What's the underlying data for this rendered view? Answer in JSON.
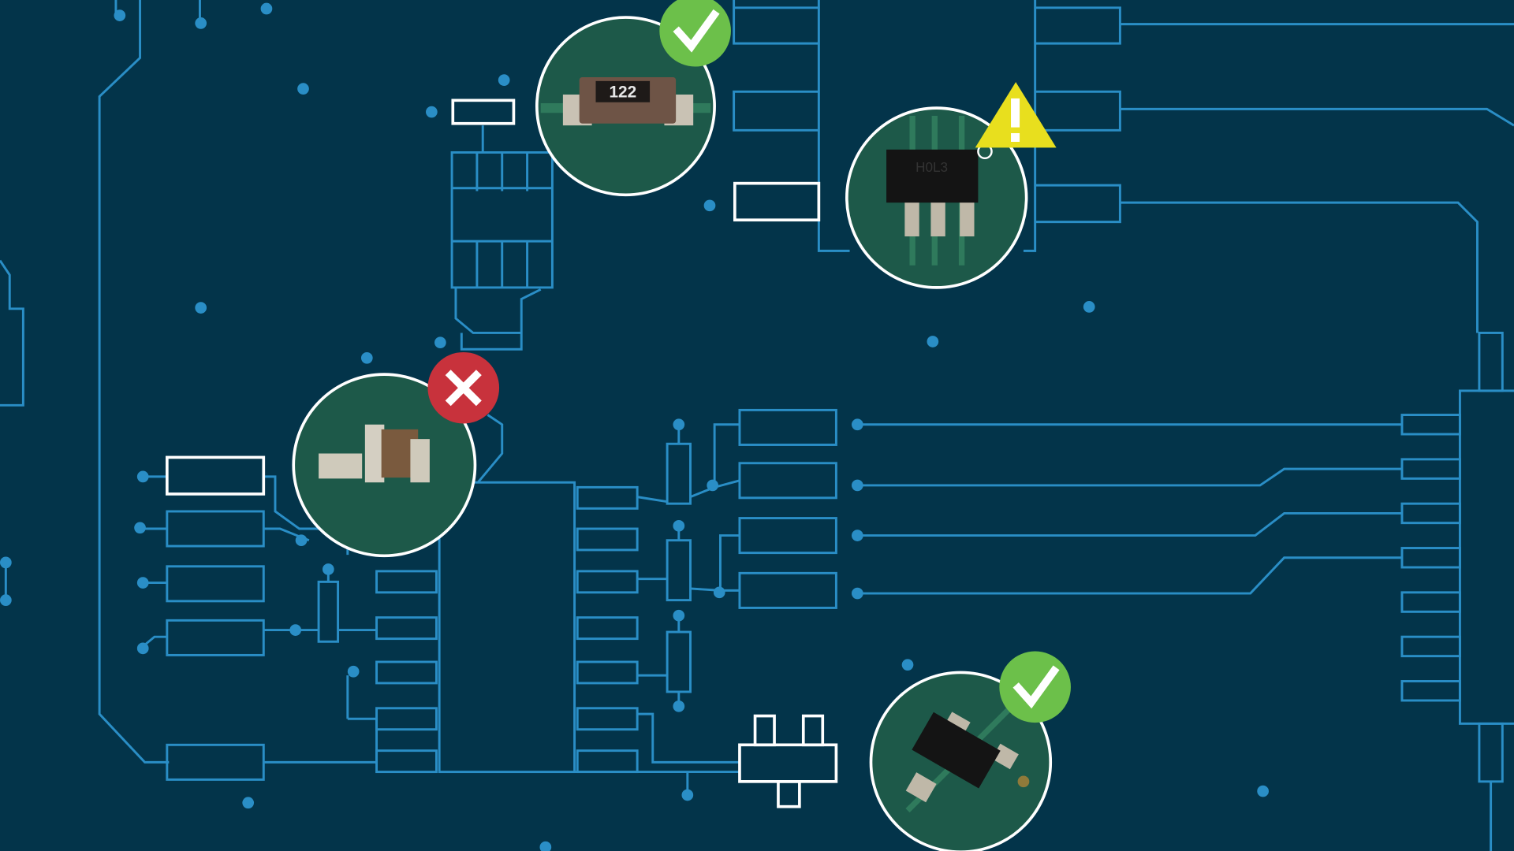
{
  "colors": {
    "background": "#03344a",
    "trace": "#2a8ec6",
    "pass": "#6cc04a",
    "fail": "#c8323c",
    "warning": "#e8df1e",
    "board_green": "#1d5949"
  },
  "inspections": [
    {
      "component": "resistor",
      "marking": "122",
      "status": "pass",
      "icon": "check-icon"
    },
    {
      "component": "sot23-6-ic",
      "marking": "H0L3",
      "status": "warning",
      "icon": "warning-icon"
    },
    {
      "component": "tombstoned-capacitor",
      "status": "fail",
      "icon": "x-icon"
    },
    {
      "component": "sot23-transistor",
      "status": "pass",
      "icon": "check-icon"
    }
  ]
}
